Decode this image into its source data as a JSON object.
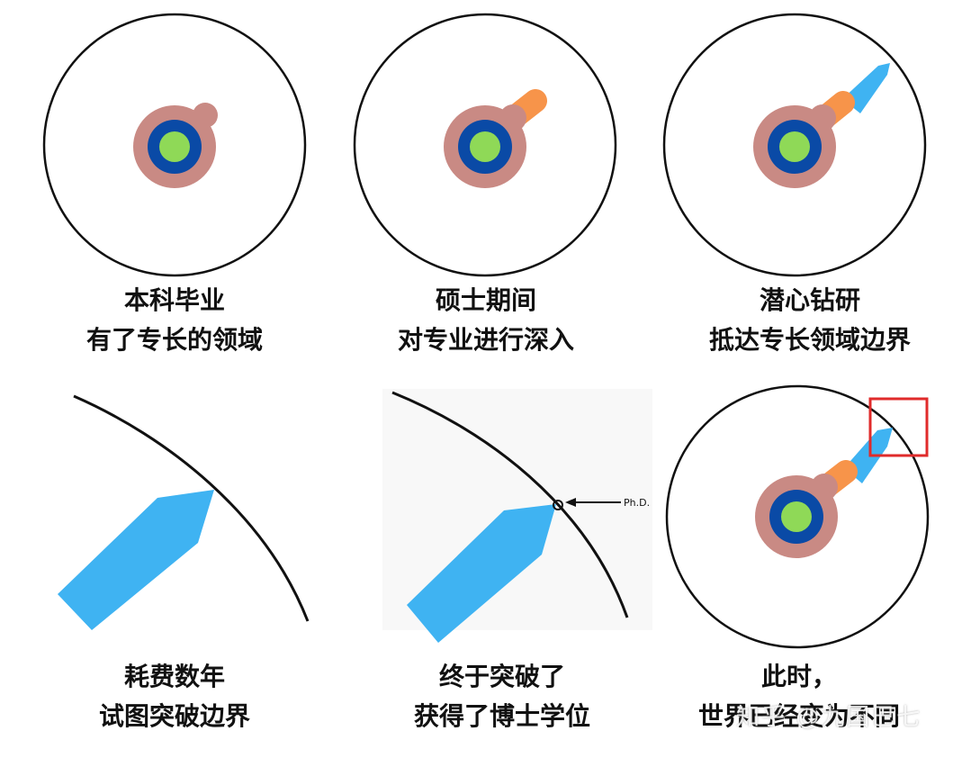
{
  "colors": {
    "core": "#8fd957",
    "ring_blue": "#0a4aa6",
    "ring_pink": "#c98a84",
    "masters": "#f7944a",
    "research": "#3fb3f2",
    "boundary": "#111111",
    "highlight": "#e02b2b"
  },
  "panels": [
    {
      "caption_line1": "本科毕业",
      "caption_line2": "有了专长的领域"
    },
    {
      "caption_line1": "硕士期间",
      "caption_line2": "对专业进行深入"
    },
    {
      "caption_line1": "潜心钻研",
      "caption_line2": "抵达专长领域边界"
    },
    {
      "caption_line1": "耗费数年",
      "caption_line2": "试图突破边界"
    },
    {
      "caption_line1": "终于突破了",
      "caption_line2": "获得了博士学位",
      "pointer_label": "Ph.D."
    },
    {
      "caption_line1": "此时，",
      "caption_line2": "世界已经变为不同"
    }
  ],
  "watermark": "知乎 @九国巴七"
}
